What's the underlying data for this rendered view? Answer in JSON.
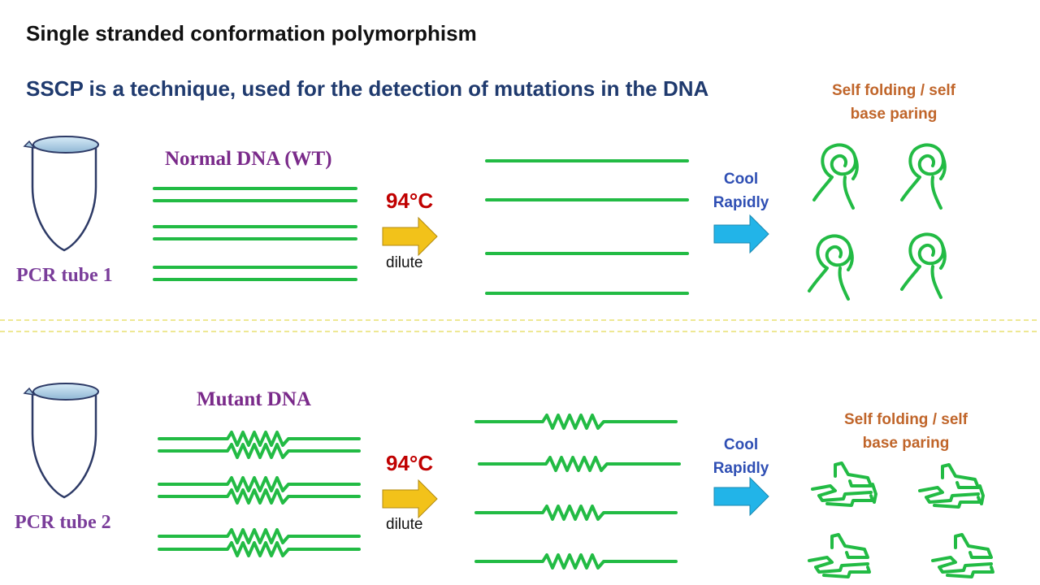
{
  "title": "Single stranded conformation polymorphism",
  "subtitle": "SSCP is a technique, used for the detection of mutations in the DNA",
  "rows": [
    {
      "dna_label": "Normal DNA (WT)",
      "tube_label": "PCR tube 1",
      "temperature": "94°C",
      "dilute_label": "dilute",
      "cool_line1": "Cool",
      "cool_line2": "Rapidly",
      "fold_line1": "Self folding / self",
      "fold_line2": "base paring"
    },
    {
      "dna_label": "Mutant DNA",
      "tube_label": "PCR tube 2",
      "temperature": "94°C",
      "dilute_label": "dilute",
      "cool_line1": "Cool",
      "cool_line2": "Rapidly",
      "fold_line1": "Self folding / self",
      "fold_line2": "base paring"
    }
  ],
  "colors": {
    "strand": "#22bb44",
    "heat_arrow": "#f2c21a",
    "cool_arrow": "#22b4e8",
    "divider": "#e8e070",
    "tube_outline": "#2d3a66",
    "tube_cap": "#a8c8e0"
  },
  "icons": [
    "pcr-tube-icon",
    "heat-arrow-icon",
    "cool-arrow-icon"
  ]
}
